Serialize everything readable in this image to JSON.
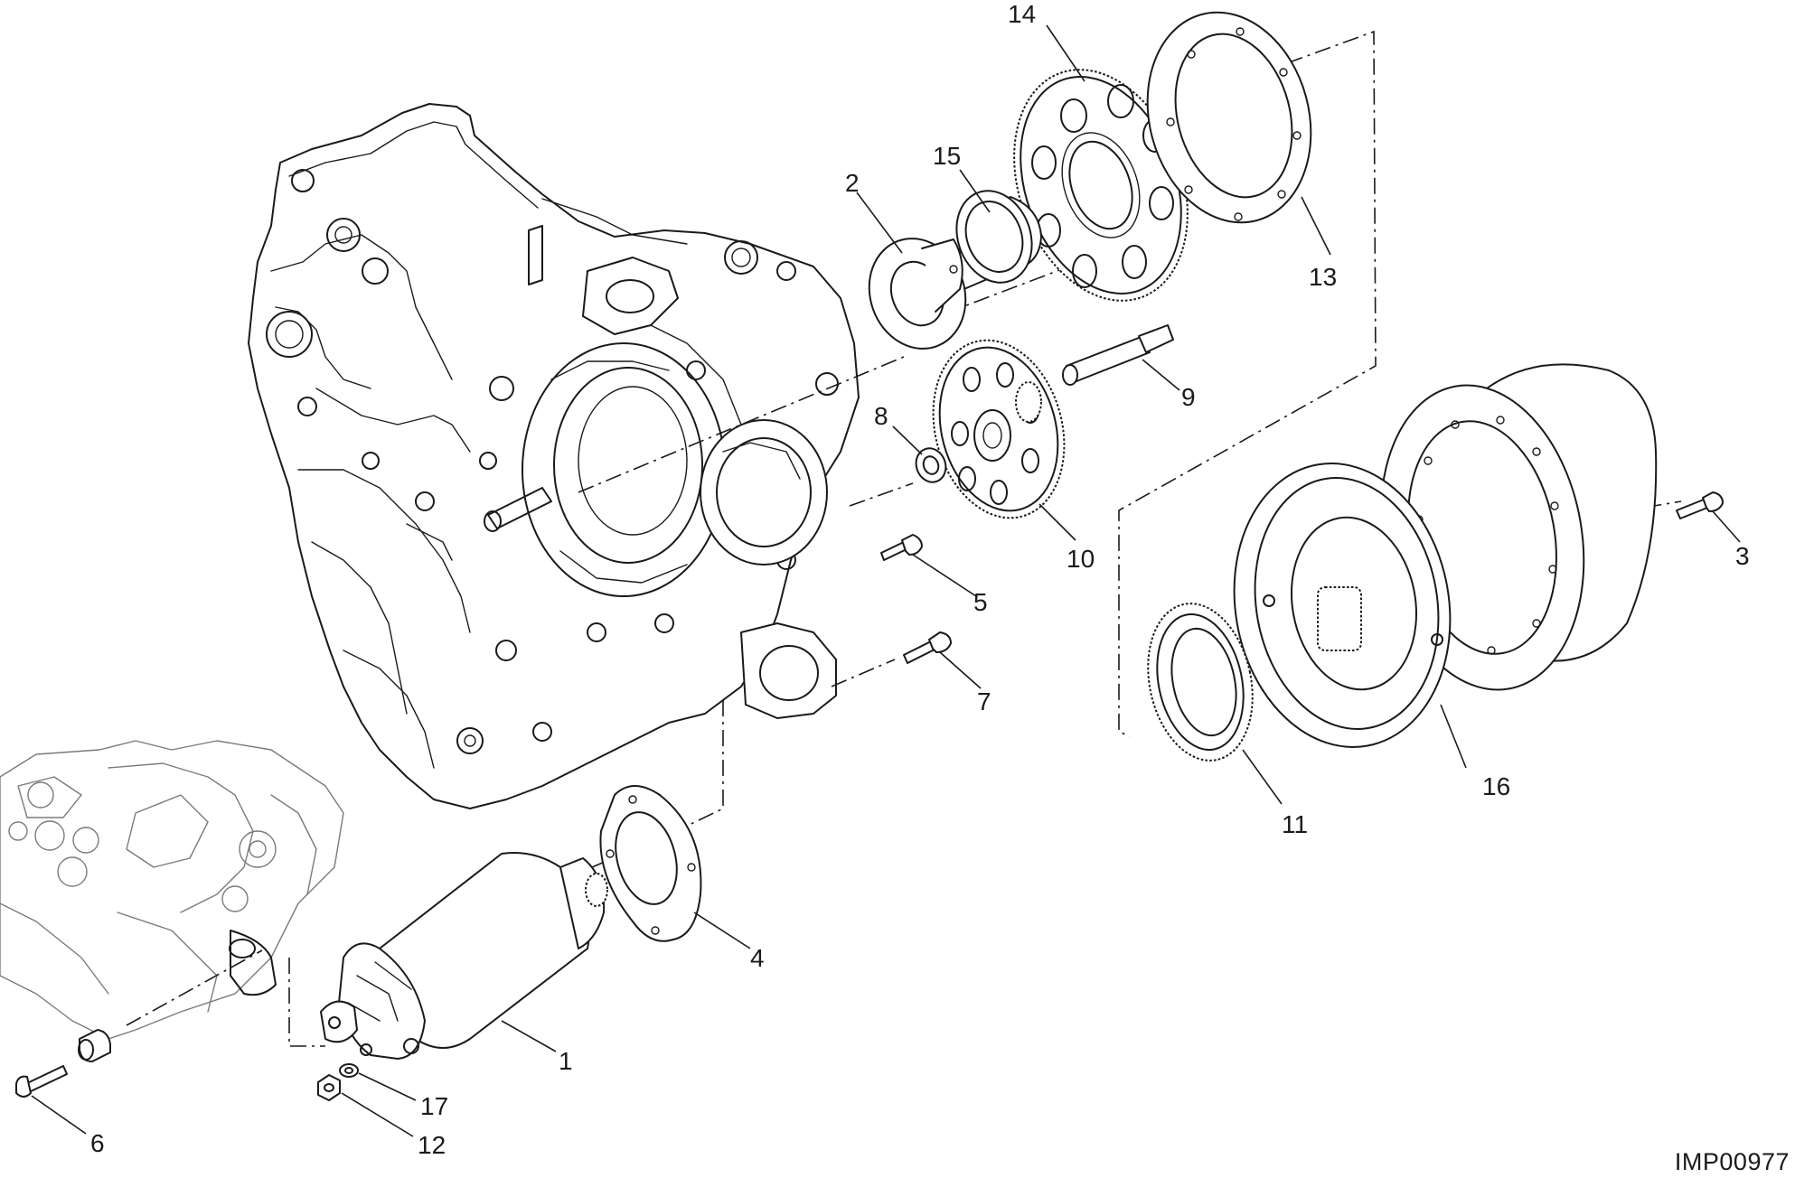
{
  "diagram": {
    "drawing_code": "IMP00977",
    "callouts": {
      "p1": "1",
      "p2": "2",
      "p3": "3",
      "p4": "4",
      "p5": "5",
      "p6": "6",
      "p7": "7",
      "p8": "8",
      "p9": "9",
      "p10": "10",
      "p11": "11",
      "p12": "12",
      "p13": "13",
      "p14": "14",
      "p15": "15",
      "p16": "16",
      "p17": "17"
    }
  }
}
